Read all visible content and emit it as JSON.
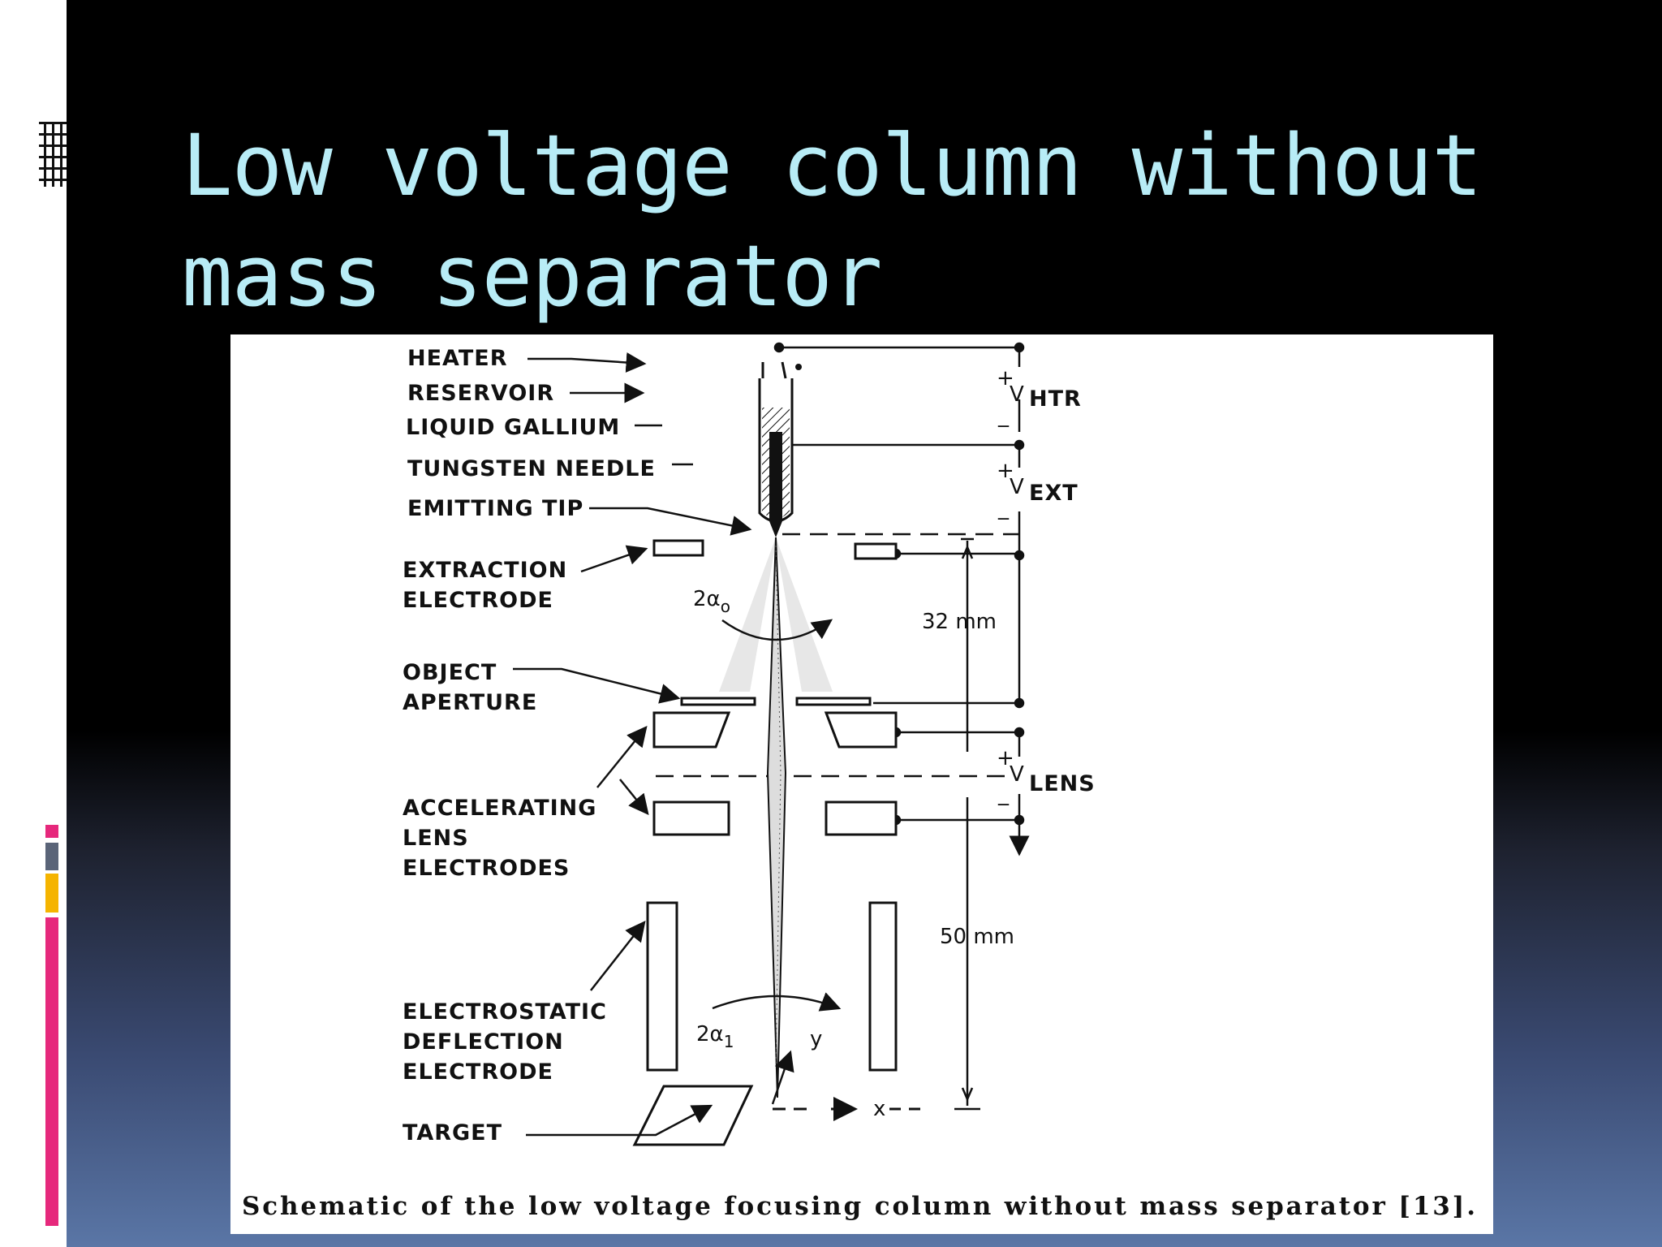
{
  "slide": {
    "title": "Low voltage column without mass separator",
    "colors": {
      "title": "#b8ecf6",
      "accent_pink": "#e6287c",
      "accent_gold": "#f5b400",
      "accent_gray": "#5a6478"
    }
  },
  "diagram": {
    "labels": {
      "heater": "HEATER",
      "reservoir": "RESERVOIR",
      "liquid_gallium": "LIQUID GALLIUM",
      "tungsten_needle": "TUNGSTEN NEEDLE",
      "emitting_tip": "EMITTING TIP",
      "extraction_electrode": [
        "EXTRACTION",
        "ELECTRODE"
      ],
      "object_aperture": [
        "OBJECT",
        "APERTURE"
      ],
      "accelerating_lens": [
        "ACCELERATING",
        "LENS",
        "ELECTRODES"
      ],
      "deflection": [
        "ELECTROSTATIC",
        "DEFLECTION",
        "ELECTRODE"
      ],
      "target": "TARGET"
    },
    "voltages": {
      "htr": "HTR",
      "ext": "EXT",
      "lens": "LENS",
      "v": "V",
      "plus": "+",
      "minus": "_"
    },
    "angles": {
      "alpha0": "2α",
      "alpha0_sub": "o",
      "alpha1": "2α",
      "alpha1_sub": "1"
    },
    "axes": {
      "x": "x",
      "y": "y"
    },
    "dimensions": {
      "upper": "32 mm",
      "lower": "50 mm"
    },
    "caption": "Schematic of the low voltage focusing column without mass separator [13]."
  }
}
